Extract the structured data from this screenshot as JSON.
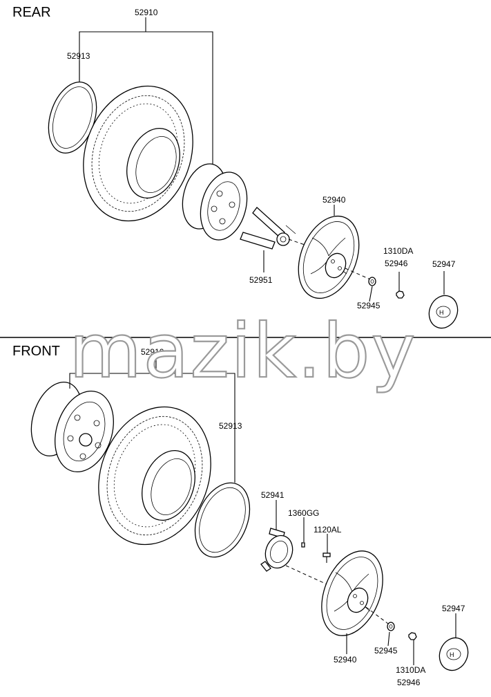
{
  "sections": {
    "rear": "REAR",
    "front": "FRONT"
  },
  "watermark": "mazik.by",
  "rear_labels": {
    "tire_wheel_assy": "52910",
    "flap": "52913",
    "wheel_cover": "52940",
    "lug_nut_a": "1310DA",
    "lug_nut_b": "52946",
    "cap": "52947",
    "bracket": "52951",
    "washer": "52945"
  },
  "front_labels": {
    "tire_wheel_assy": "52910",
    "flap": "52913",
    "bracket": "52941",
    "bolt": "1360GG",
    "screw": "1120AL",
    "cap": "52947",
    "wheel_cover": "52940",
    "washer": "52945",
    "lug_nut_a": "1310DA",
    "lug_nut_b": "52946"
  }
}
